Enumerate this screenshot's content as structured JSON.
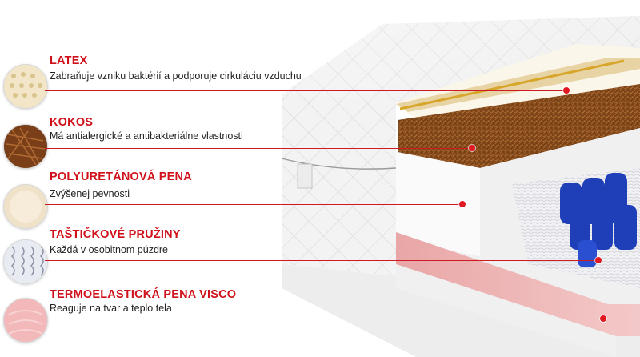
{
  "layers": [
    {
      "title": "LATEX",
      "description": "Zabraňuje vzniku baktérií a podporuje cirkuláciu vzduchu",
      "swatch_icon": "latex-swatch-icon",
      "color": "#f2e3c0"
    },
    {
      "title": "KOKOS",
      "description": "Má antialergické a antibakteriálne vlastnosti",
      "swatch_icon": "coconut-swatch-icon",
      "color": "#8a4a1e"
    },
    {
      "title": "POLYURETÁNOVÁ PENA",
      "description": "Zvýšenej pevnosti",
      "swatch_icon": "foam-swatch-icon",
      "color": "#efe1c8"
    },
    {
      "title": "TAŠTIČKOVÉ PRUŽINY",
      "description": "Každá v osobitnom púzdre",
      "swatch_icon": "spring-swatch-icon",
      "color": "#e8ecf2"
    },
    {
      "title": "TERMOELASTICKÁ PENA VISCO",
      "description": "Reaguje na tvar a teplo tela",
      "swatch_icon": "visco-swatch-icon",
      "color": "#f2b9bb"
    }
  ],
  "colors": {
    "accent": "#d0101a",
    "text": "#222222",
    "spring_blue": "#1f3fb8"
  }
}
